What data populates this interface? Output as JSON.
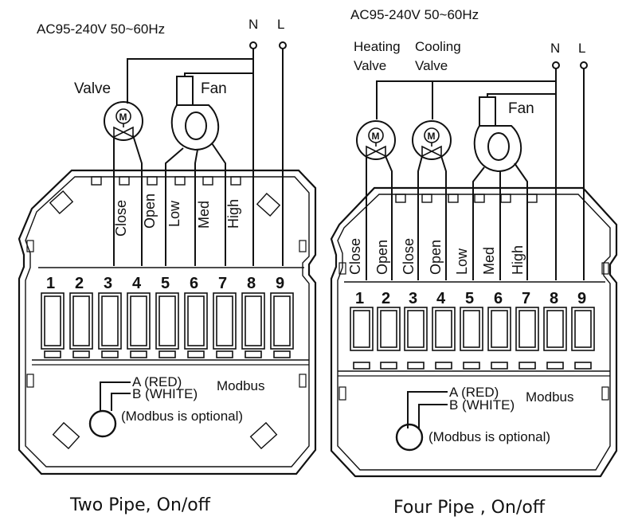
{
  "left": {
    "supply": "AC95-240V  50~60Hz",
    "n_label": "N",
    "l_label": "L",
    "valve_label": "Valve",
    "fan_label": "Fan",
    "terminal_labels": [
      "Close",
      "Open",
      "Low",
      "Med",
      "High"
    ],
    "terminal_numbers": [
      "1",
      "2",
      "3",
      "4",
      "5",
      "6",
      "7",
      "8",
      "9"
    ],
    "modbus_a": "A (RED)",
    "modbus_b": "B (WHITE)",
    "modbus": "Modbus",
    "modbus_note": "(Modbus is optional)",
    "caption": "Two Pipe, On/off"
  },
  "right": {
    "supply": "AC95-240V  50~60Hz",
    "n_label": "N",
    "l_label": "L",
    "heating_1": "Heating",
    "heating_2": "Valve",
    "cooling_1": "Cooling",
    "cooling_2": "Valve",
    "fan_label": "Fan",
    "terminal_labels": [
      "Close",
      "Open",
      "Close",
      "Open",
      "Low",
      "Med",
      "High"
    ],
    "terminal_numbers": [
      "1",
      "2",
      "3",
      "4",
      "5",
      "6",
      "7",
      "8",
      "9"
    ],
    "modbus_a": "A (RED)",
    "modbus_b": "B (WHITE)",
    "modbus": "Modbus",
    "modbus_note": "(Modbus is optional)",
    "caption": "Four Pipe , On/off"
  },
  "valve_symbol_letter": "M"
}
